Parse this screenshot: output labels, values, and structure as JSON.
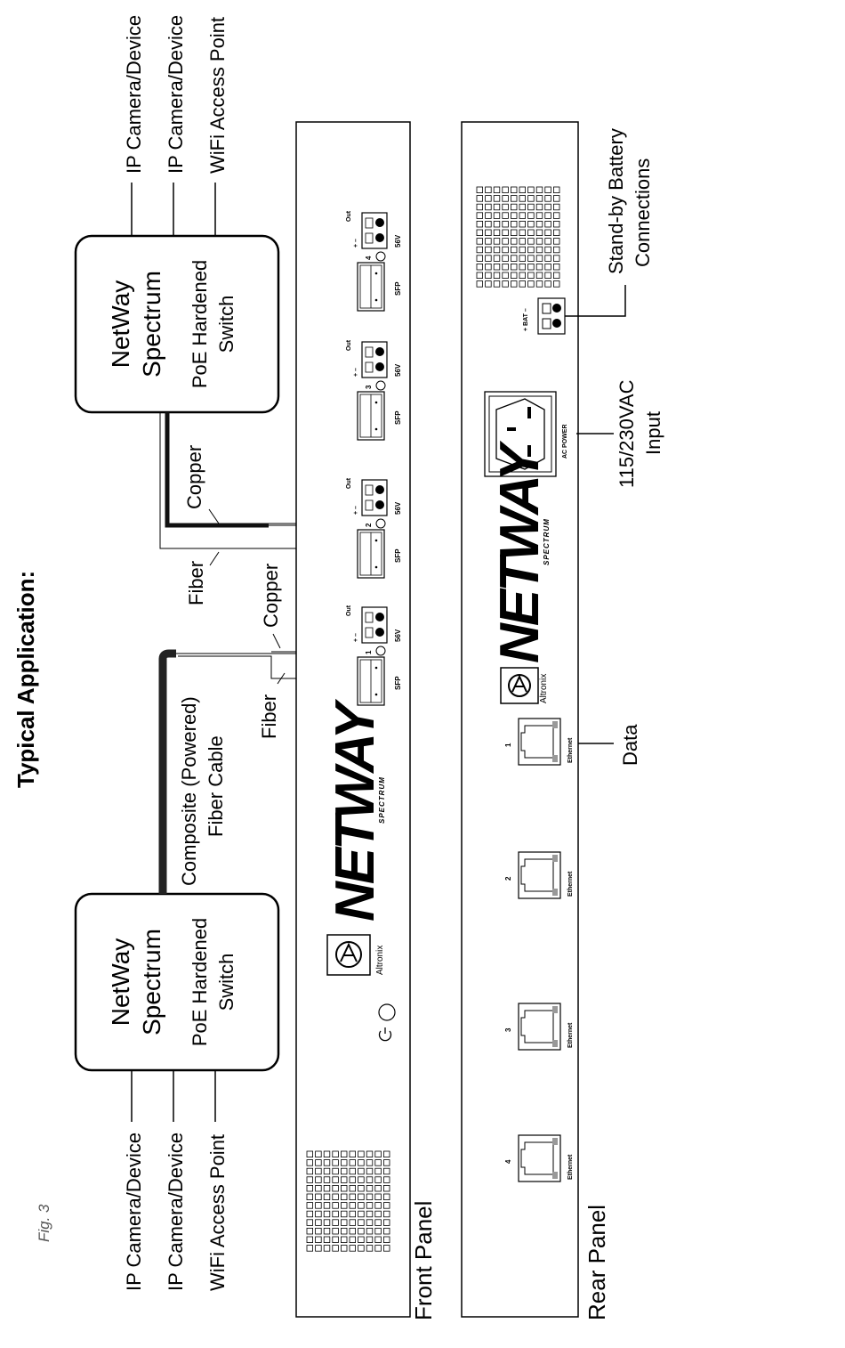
{
  "title": "Typical Application:",
  "figure_label": "Fig. 3",
  "switch_top": {
    "line1": "NetWay",
    "line2": "Spectrum",
    "line3": "PoE Hardened",
    "line4": "Switch"
  },
  "switch_bottom": {
    "line1": "NetWay",
    "line2": "Spectrum",
    "line3": "PoE Hardened",
    "line4": "Switch"
  },
  "devices_top": [
    "IP Camera/Device",
    "IP Camera/Device",
    "WiFi Access Point"
  ],
  "devices_bottom": [
    "IP Camera/Device",
    "IP Camera/Device",
    "WiFi Access Point"
  ],
  "cable_labels": {
    "composite_line1": "Composite (Powered)",
    "composite_line2": "Fiber Cable",
    "copper_a": "Copper",
    "fiber_a": "Fiber",
    "copper_b": "Copper",
    "fiber_b": "Fiber"
  },
  "front_panel": {
    "label": "Front Panel",
    "brand": "NETWAY",
    "brand_sub": "SPECTRUM",
    "altronix": "Altronix",
    "ports": [
      {
        "num": "1",
        "sfp": "SFP",
        "out": "Out",
        "volt": "56V"
      },
      {
        "num": "2",
        "sfp": "SFP",
        "out": "Out",
        "volt": "56V"
      },
      {
        "num": "3",
        "sfp": "SFP",
        "out": "Out",
        "volt": "56V"
      },
      {
        "num": "4",
        "sfp": "SFP",
        "out": "Out",
        "volt": "56V"
      }
    ]
  },
  "rear_panel": {
    "label": "Rear Panel",
    "brand": "NETWAY",
    "brand_sub": "SPECTRUM",
    "altronix": "Altronix",
    "ac_power": "AC POWER",
    "bat": "+ BAT –",
    "ethernet": [
      {
        "num": "1",
        "label": "Ethernet"
      },
      {
        "num": "2",
        "label": "Ethernet"
      },
      {
        "num": "3",
        "label": "Ethernet"
      },
      {
        "num": "4",
        "label": "Ethernet"
      }
    ]
  },
  "callouts": {
    "battery_line1": "Stand-by Battery",
    "battery_line2": "Connections",
    "ac_line1": "115/230VAC",
    "ac_line2": "Input",
    "data": "Data"
  }
}
